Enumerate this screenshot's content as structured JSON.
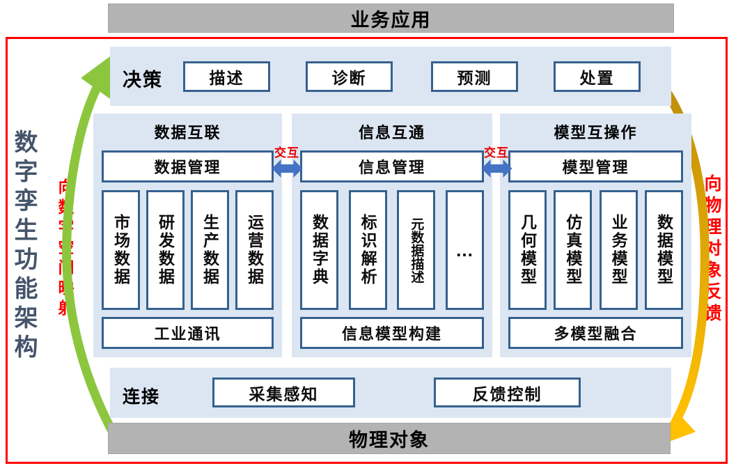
{
  "diagram": {
    "title": "数字孪生功能架构",
    "top_bar": "业务应用",
    "bottom_bar": "物理对象",
    "left_arrow_label": "向数字空间映射",
    "right_arrow_label": "向物理对象反馈",
    "interaction_label": "交互",
    "decision": {
      "label": "决策",
      "items": [
        "描述",
        "诊断",
        "预测",
        "处置"
      ]
    },
    "columns": [
      {
        "title": "数据互联",
        "manager": "数据管理",
        "items": [
          "市场数据",
          "研发数据",
          "生产数据",
          "运营数据"
        ],
        "footer": "工业通讯"
      },
      {
        "title": "信息互通",
        "manager": "信息管理",
        "items": [
          "数据字典",
          "标识解析",
          "元数据描述",
          "..."
        ],
        "footer": "信息模型构建"
      },
      {
        "title": "模型互操作",
        "manager": "模型管理",
        "items": [
          "几何模型",
          "仿真模型",
          "业务模型",
          "数据模型"
        ],
        "footer": "多模型融合"
      }
    ],
    "connection": {
      "label": "连接",
      "items": [
        "采集感知",
        "反馈控制"
      ]
    },
    "colors": {
      "panel_blue": "#dce6f2",
      "box_border": "#35618e",
      "bar_gray": "#b3b3b3",
      "frame_red": "#fe0000",
      "arrow_green": "#8cc63e",
      "arrow_gold_dark": "#bd8d08",
      "arrow_gold_light": "#ffc004",
      "interact_blue": "#4472c4",
      "title_dark": "#44546a"
    }
  }
}
